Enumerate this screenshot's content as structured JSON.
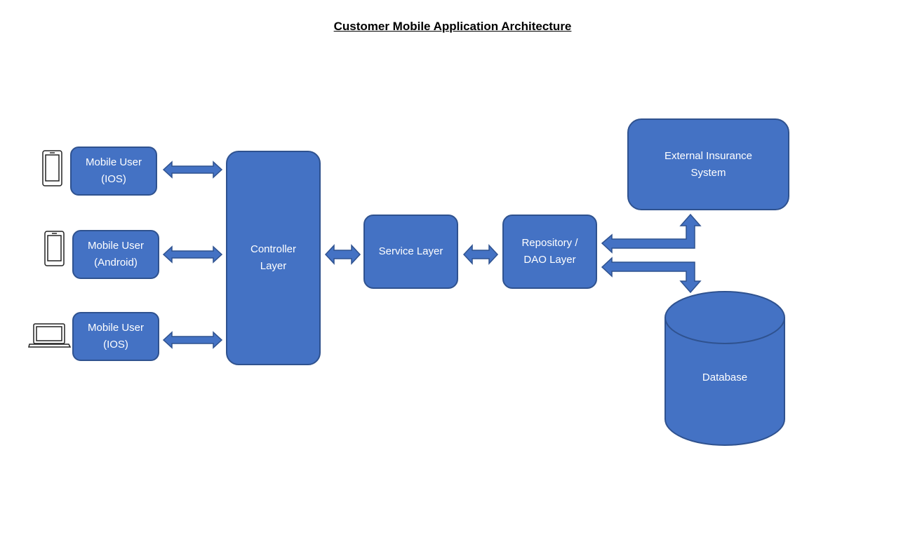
{
  "title": "Customer Mobile Application Architecture",
  "colors": {
    "box_fill": "#4472c4",
    "box_border": "#2f528f",
    "box_text": "#ffffff"
  },
  "nodes": {
    "mobile_user_ios_phone": "Mobile User\n(IOS)",
    "mobile_user_android": "Mobile User\n(Android)",
    "mobile_user_ios_laptop": "Mobile User\n(IOS)",
    "controller_layer": "Controller\nLayer",
    "service_layer": "Service Layer",
    "repository_layer": "Repository /\nDAO Layer",
    "external_insurance_system": "External Insurance\nSystem",
    "database": "Database"
  },
  "icons": [
    "smartphone-icon",
    "smartphone-icon",
    "laptop-icon"
  ]
}
